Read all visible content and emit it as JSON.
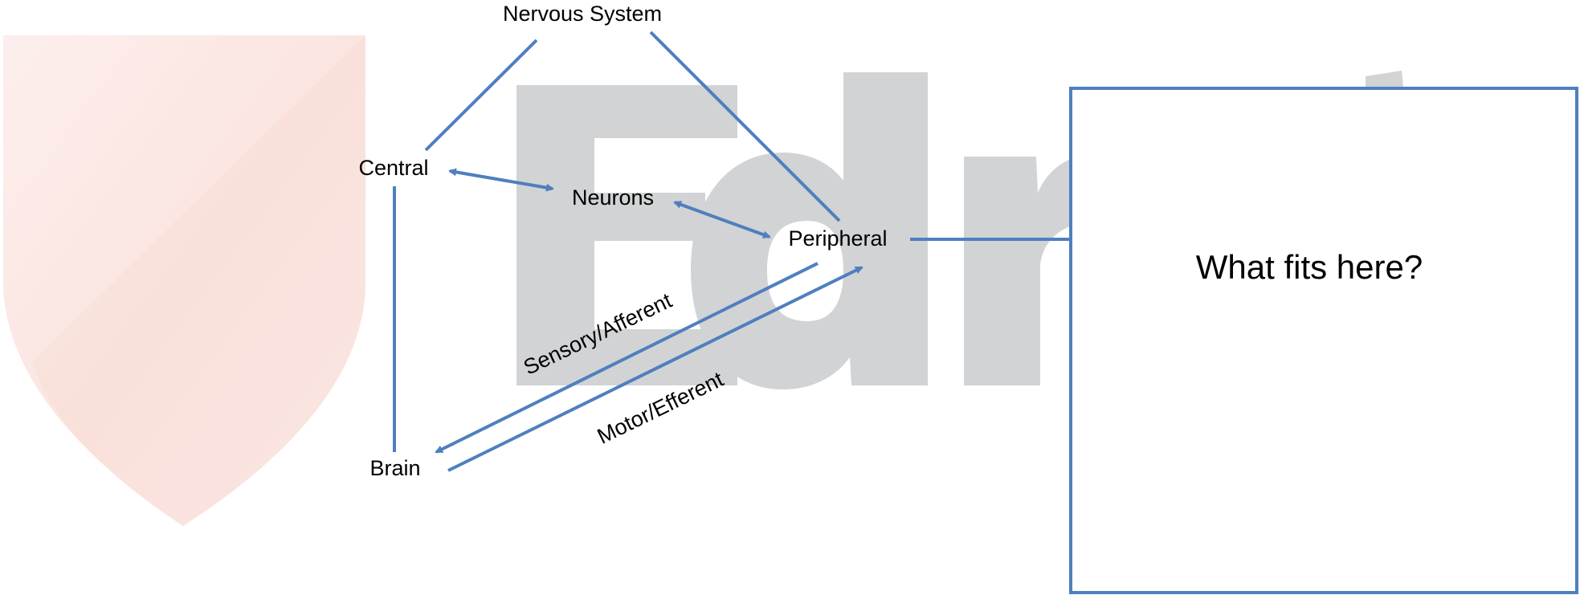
{
  "watermark": {
    "text": "Edr",
    "text_color": "#d2d3d5",
    "shield_color": "#f9d9d4",
    "shield_icon": "shield-icon"
  },
  "colors": {
    "line": "#4f7fbe",
    "box_border": "#4f7fbe",
    "text": "#000000"
  },
  "nodes": {
    "nervous_system": "Nervous System",
    "central": "Central",
    "neurons": "Neurons",
    "peripheral": "Peripheral",
    "brain": "Brain"
  },
  "edge_labels": {
    "sensory": "Sensory/Afferent",
    "motor": "Motor/Efferent"
  },
  "question_box": {
    "text": "What fits here?"
  }
}
